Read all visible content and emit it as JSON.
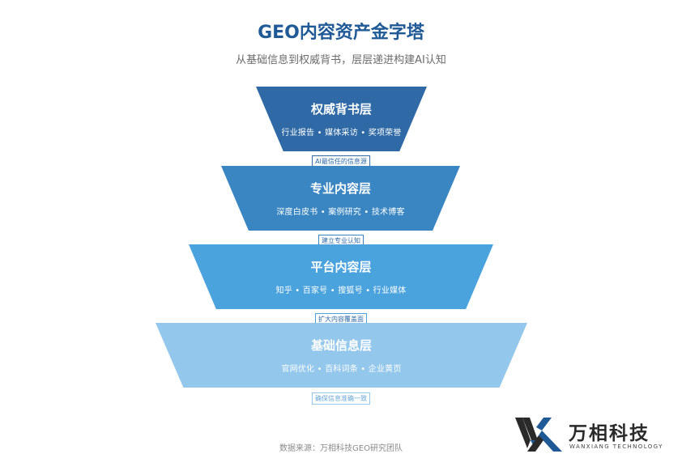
{
  "title": "GEO内容资产金字塔",
  "subtitle": "从基础信息到权威背书，层层递进构建AI认知",
  "layers": [
    {
      "name": "权威背书层",
      "items": "行业报告 • 媒体采访 • 奖项荣誉",
      "color": "#2f6aa6"
    },
    {
      "name": "专业内容层",
      "items": "深度白皮书 • 案例研究 • 技术博客",
      "color": "#3a86c2"
    },
    {
      "name": "平台内容层",
      "items": "知乎 • 百家号 • 搜狐号 • 行业媒体",
      "color": "#4ba3de"
    },
    {
      "name": "基础信息层",
      "items": "官网优化 • 百科词条 • 企业黄页",
      "color": "#93c7ec"
    }
  ],
  "connectors": [
    "AI最信任的信息源",
    "建立专业认知",
    "扩大内容覆盖面",
    "确保信息准确一致"
  ],
  "source": "数据来源：万相科技GEO研究团队",
  "logo": {
    "name": "万相科技",
    "english": "WANXIANG TECHNOLOGY",
    "icon": "wx-logo-icon"
  }
}
